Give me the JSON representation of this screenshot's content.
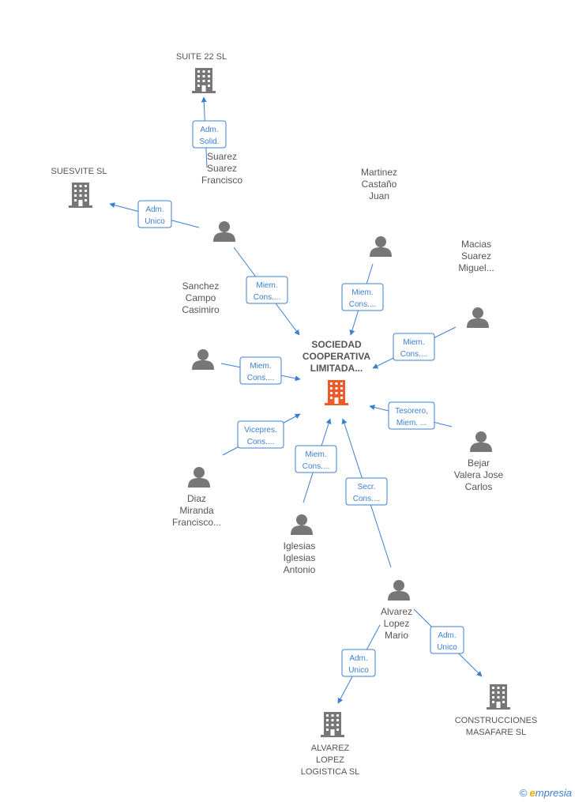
{
  "center": {
    "lines": [
      "SOCIEDAD",
      "COOPERATIVA",
      "LIMITADA..."
    ]
  },
  "companies": [
    {
      "id": "suite22",
      "lines": [
        "SUITE 22 SL"
      ]
    },
    {
      "id": "suesvite",
      "lines": [
        "SUESVITE  SL"
      ]
    },
    {
      "id": "construcciones",
      "lines": [
        "CONSTRUCCIONES",
        "MASAFARE SL"
      ]
    },
    {
      "id": "alvarez-logistica",
      "lines": [
        "ALVAREZ",
        "LOPEZ",
        "LOGISTICA SL"
      ]
    }
  ],
  "persons": [
    {
      "id": "suarez",
      "lines": [
        "Suarez",
        "Suarez",
        "Francisco"
      ]
    },
    {
      "id": "martinez",
      "lines": [
        "Martinez",
        "Castaño",
        "Juan"
      ]
    },
    {
      "id": "macias",
      "lines": [
        "Macias",
        "Suarez",
        "Miguel..."
      ]
    },
    {
      "id": "sanchez",
      "lines": [
        "Sanchez",
        "Campo",
        "Casimiro"
      ]
    },
    {
      "id": "bejar",
      "lines": [
        "Bejar",
        "Valera Jose",
        "Carlos"
      ]
    },
    {
      "id": "diaz",
      "lines": [
        "Diaz",
        "Miranda",
        "Francisco..."
      ]
    },
    {
      "id": "iglesias",
      "lines": [
        "Iglesias",
        "Iglesias",
        "Antonio"
      ]
    },
    {
      "id": "alvarez",
      "lines": [
        "Alvarez",
        "Lopez",
        "Mario"
      ]
    }
  ],
  "relations": [
    {
      "id": "r1",
      "lines": [
        "Adm.",
        "Solid."
      ]
    },
    {
      "id": "r2",
      "lines": [
        "Adm.",
        "Unico"
      ]
    },
    {
      "id": "r3",
      "lines": [
        "Miem.",
        "Cons...."
      ]
    },
    {
      "id": "r4",
      "lines": [
        "Miem.",
        "Cons...."
      ]
    },
    {
      "id": "r5",
      "lines": [
        "Miem.",
        "Cons...."
      ]
    },
    {
      "id": "r6",
      "lines": [
        "Miem.",
        "Cons...."
      ]
    },
    {
      "id": "r7",
      "lines": [
        "Tesorero,",
        "Miem. ..."
      ]
    },
    {
      "id": "r8",
      "lines": [
        "Vicepres.",
        "Cons...."
      ]
    },
    {
      "id": "r9",
      "lines": [
        "Miem.",
        "Cons...."
      ]
    },
    {
      "id": "r10",
      "lines": [
        "Secr.",
        "Cons...."
      ]
    },
    {
      "id": "r11",
      "lines": [
        "Adm.",
        "Unico"
      ]
    },
    {
      "id": "r12",
      "lines": [
        "Adm.",
        "Unico"
      ]
    }
  ],
  "footer": {
    "copyright": "©",
    "brand_initial": "e",
    "brand_rest": "mpresia"
  },
  "colors": {
    "edge": "#3b7fd0",
    "center_icon": "#f05a28",
    "node_icon": "#777777"
  }
}
